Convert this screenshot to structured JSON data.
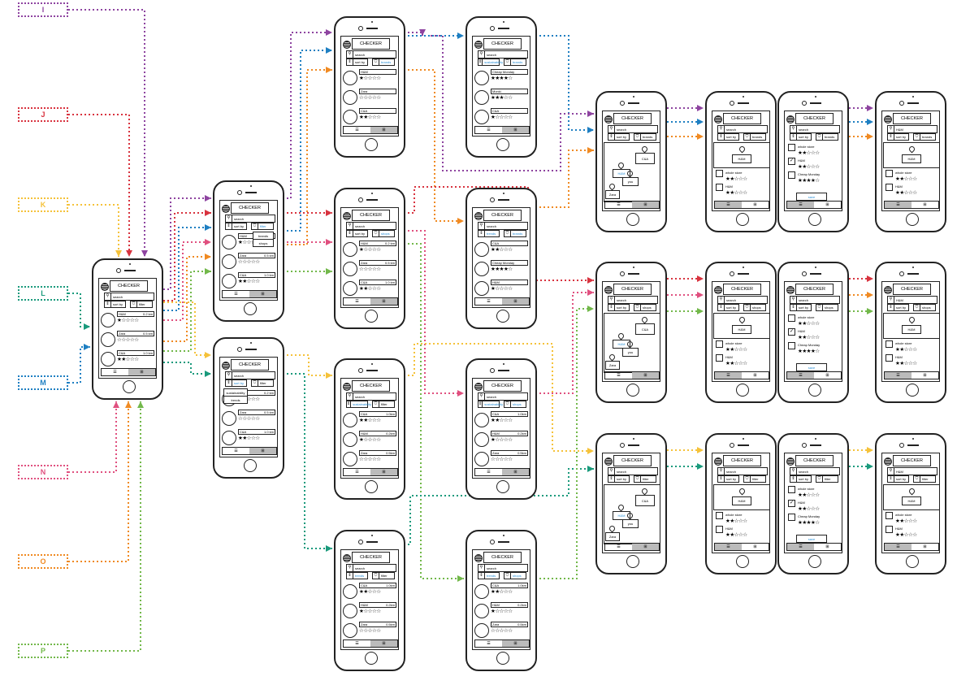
{
  "colors": {
    "I": "#8e44a0",
    "J": "#d8333f",
    "K": "#f5c23a",
    "L": "#1a9a7c",
    "M": "#1e7fc2",
    "N": "#e0507f",
    "O": "#f08a22",
    "P": "#72b84a",
    "blue_text": "#2a8fd6"
  },
  "labels": [
    {
      "id": "I",
      "text": "I"
    },
    {
      "id": "J",
      "text": "J"
    },
    {
      "id": "K",
      "text": "K"
    },
    {
      "id": "L",
      "text": "L"
    },
    {
      "id": "M",
      "text": "M"
    },
    {
      "id": "N",
      "text": "N"
    },
    {
      "id": "O",
      "text": "O"
    },
    {
      "id": "P",
      "text": "P"
    }
  ],
  "app": {
    "title": "CHECKER",
    "search_placeholder": "search",
    "sort_label": "sort by",
    "filter_label": "filter",
    "list_tab_icon": "list-icon",
    "map_tab_icon": "map-icon",
    "search_icon": "search-icon",
    "sort_icon": "sort-icon",
    "filter_icon": "filter-icon",
    "menu_icon": "menu-icon"
  },
  "screens": [
    {
      "id": "s0",
      "search": "search",
      "sort": "sort by",
      "sort_blue": false,
      "filter": "filter",
      "filter_blue": false,
      "type": "list",
      "items": [
        {
          "name": "H&M",
          "dist": "0.2 km",
          "stars": 1
        },
        {
          "name": "Zara",
          "dist": "0.5 km",
          "stars": 0
        },
        {
          "name": "C&A",
          "dist": "1.0 km",
          "stars": 2
        }
      ]
    },
    {
      "id": "s1",
      "search": "search",
      "sort": "sort by",
      "sort_blue": false,
      "filter": "filter",
      "filter_blue": true,
      "type": "list",
      "dropdown": [
        "brands",
        "shops"
      ],
      "items": [
        {
          "name": "H&M",
          "dist": "",
          "stars": 1
        },
        {
          "name": "Zara",
          "dist": "0.5 km",
          "stars": 0
        },
        {
          "name": "C&A",
          "dist": "1.0 km",
          "stars": 2
        }
      ]
    },
    {
      "id": "s2",
      "search": "search",
      "sort": "sort by",
      "sort_blue": true,
      "filter": "filter",
      "filter_blue": false,
      "type": "list",
      "dropdown": [
        "sustainability",
        "trends"
      ],
      "items": [
        {
          "name": "",
          "dist": "0.2 km",
          "stars": 1
        },
        {
          "name": "Zara",
          "dist": "0.5 km",
          "stars": 0
        },
        {
          "name": "C&A",
          "dist": "1.0 km",
          "stars": 2
        }
      ]
    },
    {
      "id": "s3",
      "search": "search",
      "sort": "sort by",
      "sort_blue": false,
      "filter": "brands",
      "filter_blue": true,
      "type": "list",
      "items": [
        {
          "name": "H&M",
          "dist": "",
          "stars": 1
        },
        {
          "name": "Zara",
          "dist": "",
          "stars": 0
        },
        {
          "name": "C&A",
          "dist": "",
          "stars": 2
        }
      ]
    },
    {
      "id": "s4",
      "search": "search",
      "sort": "sort by",
      "sort_blue": false,
      "filter": "shops",
      "filter_blue": true,
      "type": "list",
      "items": [
        {
          "name": "H&M",
          "dist": "0.2 km",
          "stars": 1
        },
        {
          "name": "Zara",
          "dist": "0.5 km",
          "stars": 0
        },
        {
          "name": "C&A",
          "dist": "1.0 km",
          "stars": 2
        }
      ]
    },
    {
      "id": "s5",
      "search": "search",
      "sort": "sustainability",
      "sort_blue": true,
      "filter": "filter",
      "filter_blue": false,
      "type": "list",
      "items": [
        {
          "name": "C&A",
          "dist": "1.0km",
          "stars": 2
        },
        {
          "name": "H&M",
          "dist": "0.2km",
          "stars": 1
        },
        {
          "name": "Zara",
          "dist": "0.5km",
          "stars": 0
        }
      ]
    },
    {
      "id": "s6",
      "search": "search",
      "sort": "trends",
      "sort_blue": true,
      "filter": "filter",
      "filter_blue": false,
      "type": "list",
      "items": [
        {
          "name": "C&A",
          "dist": "1.0km",
          "stars": 2
        },
        {
          "name": "H&M",
          "dist": "0.2km",
          "stars": 1
        },
        {
          "name": "Zara",
          "dist": "0.5km",
          "stars": 0
        }
      ]
    },
    {
      "id": "s7",
      "search": "search",
      "sort": "sustainability",
      "sort_blue": true,
      "filter": "brands",
      "filter_blue": true,
      "type": "list",
      "items": [
        {
          "name": "Cheap Monday",
          "dist": "",
          "stars": 4
        },
        {
          "name": "Monki",
          "dist": "",
          "stars": 3
        },
        {
          "name": "C&A",
          "dist": "",
          "stars": 1
        }
      ]
    },
    {
      "id": "s8",
      "search": "search",
      "sort": "trends",
      "sort_blue": true,
      "filter": "brands",
      "filter_blue": true,
      "type": "list",
      "items": [
        {
          "name": "C&A",
          "dist": "",
          "stars": 2
        },
        {
          "name": "Cheap Monday",
          "dist": "",
          "stars": 4
        },
        {
          "name": "H&M",
          "dist": "",
          "stars": 1
        }
      ]
    },
    {
      "id": "s9",
      "search": "search",
      "sort": "sustainability",
      "sort_blue": true,
      "filter": "shops",
      "filter_blue": true,
      "type": "list",
      "items": [
        {
          "name": "C&A",
          "dist": "1.0km",
          "stars": 2
        },
        {
          "name": "H&M",
          "dist": "0.2km",
          "stars": 1
        },
        {
          "name": "Zara",
          "dist": "0.5km",
          "stars": 0
        }
      ]
    },
    {
      "id": "s10",
      "search": "search",
      "sort": "trends",
      "sort_blue": true,
      "filter": "shops",
      "filter_blue": true,
      "type": "list",
      "items": [
        {
          "name": "C&A",
          "dist": "1.0km",
          "stars": 2
        },
        {
          "name": "H&M",
          "dist": "0.2km",
          "stars": 1
        },
        {
          "name": "Zara",
          "dist": "0.5km",
          "stars": 0
        }
      ]
    },
    {
      "id": "m1",
      "search": "search",
      "sort": "sort by",
      "filter": "brands",
      "type": "map",
      "pins": [
        "C&A",
        "H&M",
        "you",
        "Zara"
      ]
    },
    {
      "id": "d1",
      "search": "search",
      "sort": "sort by",
      "filter": "brands",
      "type": "detail",
      "store": "H&M",
      "rows": [
        {
          "label": "whole store",
          "stars": 2,
          "checked": false
        },
        {
          "label": "H&M",
          "stars": 2,
          "checked": false
        }
      ]
    },
    {
      "id": "c1",
      "search": "search",
      "sort": "sort by",
      "filter": "brands",
      "type": "check",
      "rows": [
        {
          "label": "whole store",
          "stars": 2,
          "checked": false
        },
        {
          "label": "H&M",
          "stars": 2,
          "checked": true
        },
        {
          "label": "Cheap Monday",
          "stars": 4,
          "checked": false
        }
      ],
      "button": "save"
    },
    {
      "id": "r1",
      "search": "H&M",
      "sort": "sort by",
      "filter": "brands",
      "type": "result",
      "store": "H&M",
      "rows": [
        {
          "label": "whole store",
          "stars": 2,
          "checked": false
        },
        {
          "label": "H&M",
          "stars": 2,
          "checked": false
        }
      ]
    },
    {
      "id": "m2",
      "search": "search",
      "sort": "sort by",
      "filter": "shops",
      "type": "map",
      "pins": [
        "C&A",
        "H&M",
        "you",
        "Zara"
      ]
    },
    {
      "id": "d2",
      "search": "search",
      "sort": "sort by",
      "filter": "shops",
      "type": "detail",
      "store": "H&M",
      "rows": [
        {
          "label": "whole store",
          "stars": 2,
          "checked": false
        },
        {
          "label": "H&M",
          "stars": 2,
          "checked": false
        }
      ]
    },
    {
      "id": "c2",
      "search": "search",
      "sort": "sort by",
      "filter": "shops",
      "type": "check",
      "rows": [
        {
          "label": "whole store",
          "stars": 2,
          "checked": false
        },
        {
          "label": "H&M",
          "stars": 2,
          "checked": true
        },
        {
          "label": "Cheap Monday",
          "stars": 4,
          "checked": false
        }
      ],
      "button": "save"
    },
    {
      "id": "r2",
      "search": "H&M",
      "sort": "sort by",
      "filter": "shops",
      "type": "result",
      "store": "H&M",
      "rows": [
        {
          "label": "whole store",
          "stars": 2,
          "checked": false
        },
        {
          "label": "H&M",
          "stars": 2,
          "checked": false
        }
      ]
    },
    {
      "id": "m3",
      "search": "search",
      "sort": "sort by",
      "filter": "filter",
      "type": "map",
      "pins": [
        "C&A",
        "H&M",
        "you",
        "Zara"
      ]
    },
    {
      "id": "d3",
      "search": "search",
      "sort": "sort by",
      "filter": "filter",
      "type": "detail",
      "store": "H&M",
      "rows": [
        {
          "label": "whole store",
          "stars": 2,
          "checked": false
        },
        {
          "label": "H&M",
          "stars": 2,
          "checked": false
        }
      ]
    },
    {
      "id": "c3",
      "search": "search",
      "sort": "sort by",
      "filter": "filter",
      "type": "check",
      "rows": [
        {
          "label": "whole store",
          "stars": 2,
          "checked": false
        },
        {
          "label": "H&M",
          "stars": 2,
          "checked": true
        },
        {
          "label": "Cheap Monday",
          "stars": 4,
          "checked": false
        }
      ],
      "button": "save"
    },
    {
      "id": "r3",
      "search": "H&M",
      "sort": "sort by",
      "filter": "filter",
      "type": "result",
      "store": "H&M",
      "rows": [
        {
          "label": "whole store",
          "stars": 2,
          "checked": false
        },
        {
          "label": "H&M",
          "stars": 2,
          "checked": false
        }
      ]
    }
  ]
}
